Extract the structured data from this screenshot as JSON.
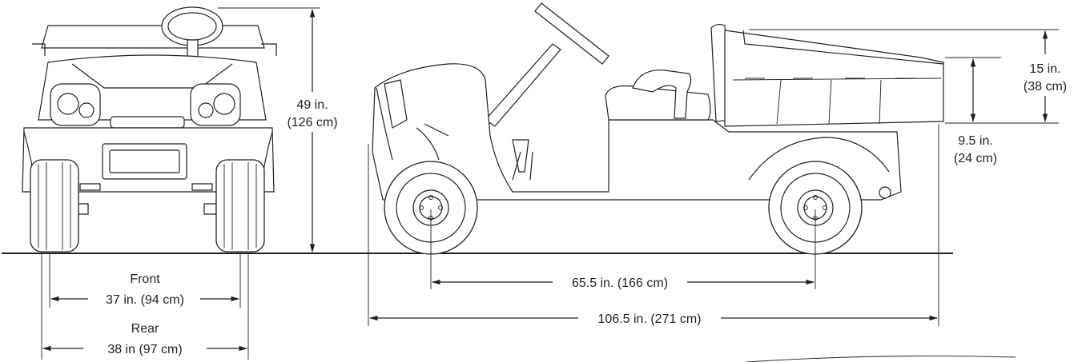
{
  "diagram": {
    "front_view": {
      "height_label_in": "49 in.",
      "height_label_cm": "(126 cm)",
      "front_track_title": "Front",
      "front_track_value": "37 in. (94 cm)",
      "rear_track_title": "Rear",
      "rear_track_value": "38 in (97 cm)"
    },
    "side_view": {
      "wheelbase_label": "65.5 in. (166 cm)",
      "overall_length_label": "106.5 in. (271 cm)",
      "bed_depth_label_in": "15 in.",
      "bed_depth_label_cm": "(38 cm)",
      "bed_height_label_in": "9.5 in.",
      "bed_height_label_cm": "(24 cm)"
    },
    "colors": {
      "line": "#231f20",
      "background": "#ffffff"
    }
  }
}
